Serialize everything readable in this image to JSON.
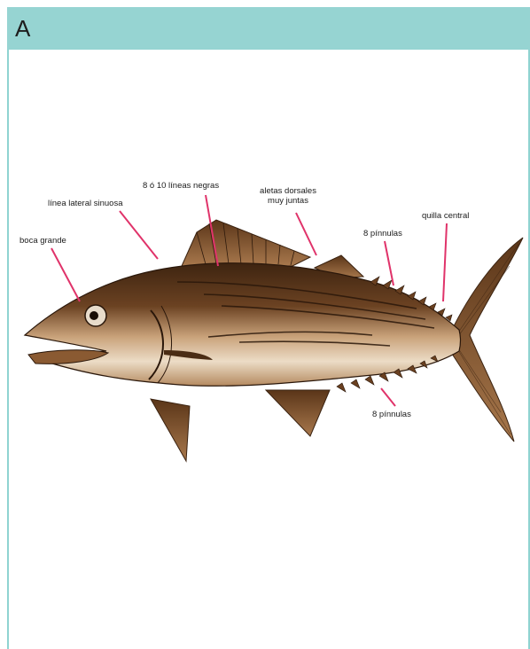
{
  "panel": {
    "letter": "A",
    "header_color": "#96d4d2"
  },
  "labels": {
    "boca": "boca grande",
    "linea": "línea lateral sinuosa",
    "lineas_negras": "8 ó 10 líneas negras",
    "aletas_line1": "aletas dorsales",
    "aletas_line2": "muy juntas",
    "pinnulas_top": "8 pínnulas",
    "quilla": "quilla central",
    "pinnulas_bottom": "8 pínnulas"
  },
  "colors": {
    "pointer_lines": "#e0336a",
    "fish_body": "#7a4a24"
  }
}
